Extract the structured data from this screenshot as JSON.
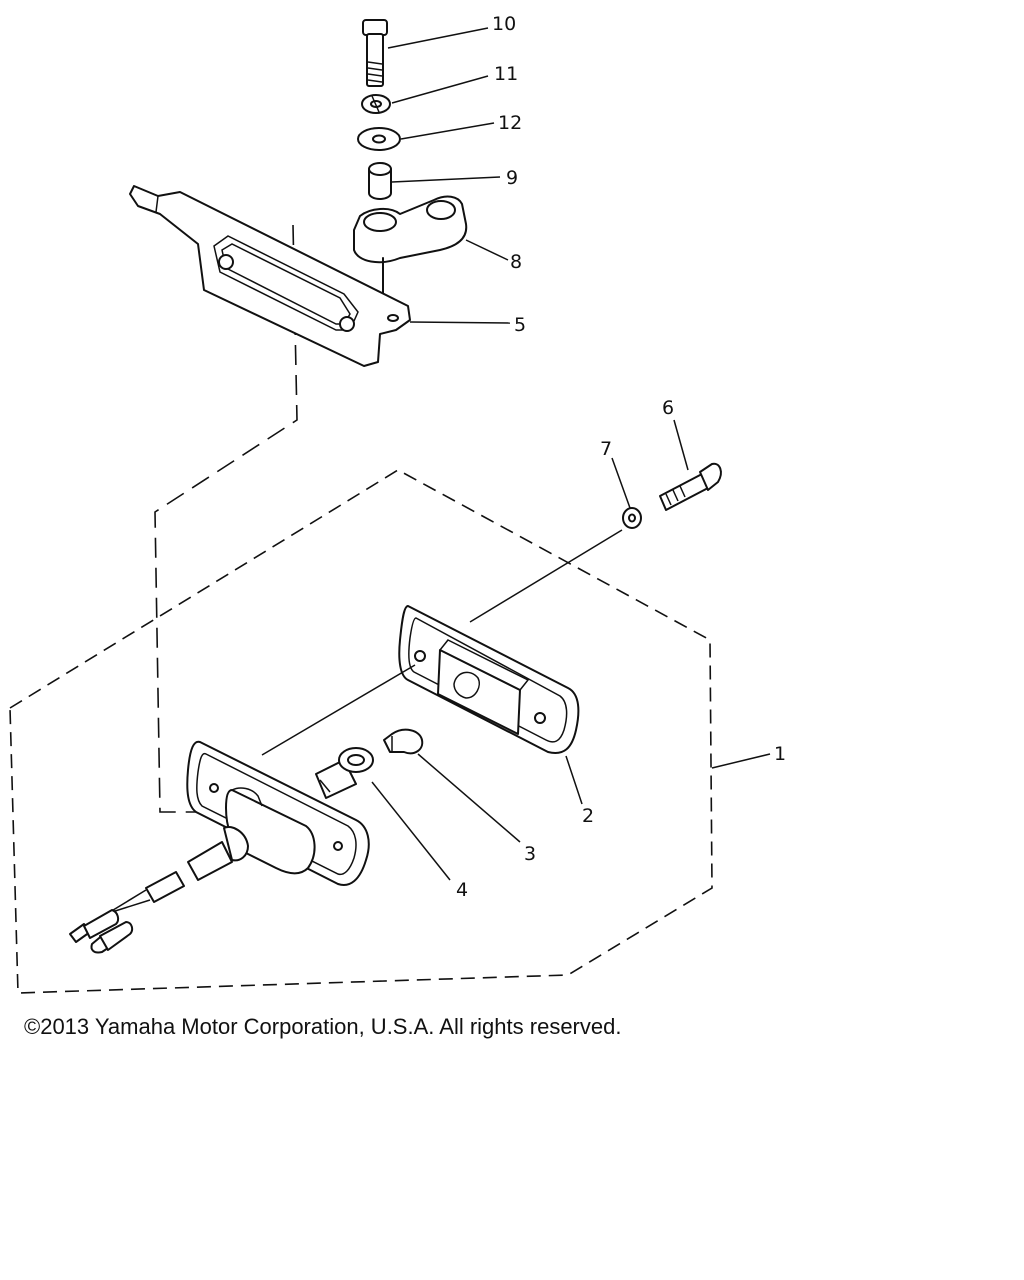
{
  "callouts": [
    {
      "id": "10",
      "text": "10"
    },
    {
      "id": "11",
      "text": "11"
    },
    {
      "id": "12",
      "text": "12"
    },
    {
      "id": "9",
      "text": "9"
    },
    {
      "id": "8",
      "text": "8"
    },
    {
      "id": "5",
      "text": "5"
    },
    {
      "id": "6",
      "text": "6"
    },
    {
      "id": "7",
      "text": "7"
    },
    {
      "id": "1",
      "text": "1"
    },
    {
      "id": "2",
      "text": "2"
    },
    {
      "id": "3",
      "text": "3"
    },
    {
      "id": "4",
      "text": "4"
    }
  ],
  "copyright": "©2013 Yamaha Motor Corporation, U.S.A. All rights reserved."
}
